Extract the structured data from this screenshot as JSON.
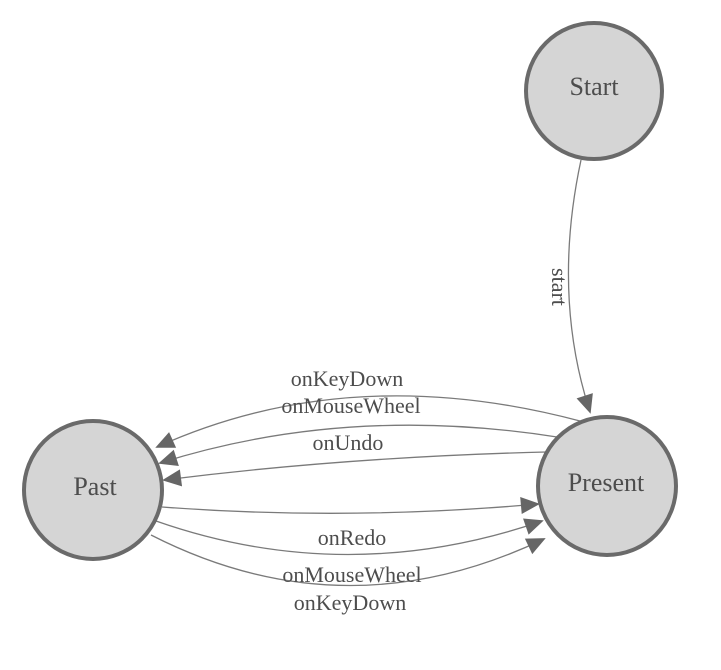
{
  "diagram": {
    "type": "state-diagram",
    "nodes": [
      {
        "id": "start",
        "label": "Start"
      },
      {
        "id": "past",
        "label": "Past"
      },
      {
        "id": "present",
        "label": "Present"
      }
    ],
    "edges": [
      {
        "id": "start-to-present",
        "from": "Start",
        "to": "Present",
        "label": "start"
      },
      {
        "id": "present-to-past-keydown",
        "from": "Present",
        "to": "Past",
        "label": "onKeyDown"
      },
      {
        "id": "present-to-past-mousewheel",
        "from": "Present",
        "to": "Past",
        "label": "onMouseWheel"
      },
      {
        "id": "present-to-past-undo",
        "from": "Present",
        "to": "Past",
        "label": "onUndo"
      },
      {
        "id": "past-to-present-redo",
        "from": "Past",
        "to": "Present",
        "label": "onRedo"
      },
      {
        "id": "past-to-present-mousewheel",
        "from": "Past",
        "to": "Present",
        "label": "onMouseWheel"
      },
      {
        "id": "past-to-present-keydown",
        "from": "Past",
        "to": "Present",
        "label": "onKeyDown"
      }
    ],
    "colors": {
      "background": "#ffffff",
      "node_fill": "#d5d5d5",
      "node_stroke": "#6a6a6a",
      "edge_stroke": "#7a7a7a",
      "arrow_fill": "#666666",
      "label_text": "#4d4d4d"
    }
  }
}
